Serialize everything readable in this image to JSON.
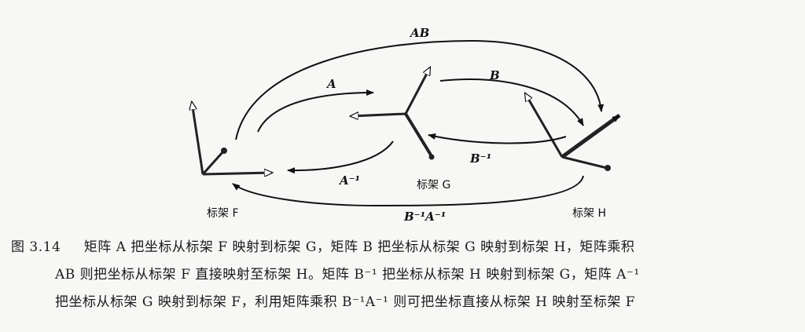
{
  "diagram": {
    "arrow_labels": {
      "ab": "AB",
      "a": "A",
      "b": "B",
      "a_inv": "A⁻¹",
      "b_inv": "B⁻¹",
      "b_inv_a_inv": "B⁻¹A⁻¹"
    },
    "frame_labels": {
      "f": "标架 F",
      "g": "标架 G",
      "h": "标架 H"
    }
  },
  "caption": {
    "number": "图 3.14",
    "line1": "矩阵 A 把坐标从标架 F 映射到标架 G，矩阵 B 把坐标从标架 G 映射到标架 H，矩阵乘积",
    "line2": "AB 则把坐标从标架 F 直接映射至标架 H。矩阵 B⁻¹ 把坐标从标架 H 映射到标架 G，矩阵 A⁻¹",
    "line3": "把坐标从标架 G 映射到标架 F，利用矩阵乘积 B⁻¹A⁻¹ 则可把坐标直接从标架 H 映射至标架 F"
  }
}
